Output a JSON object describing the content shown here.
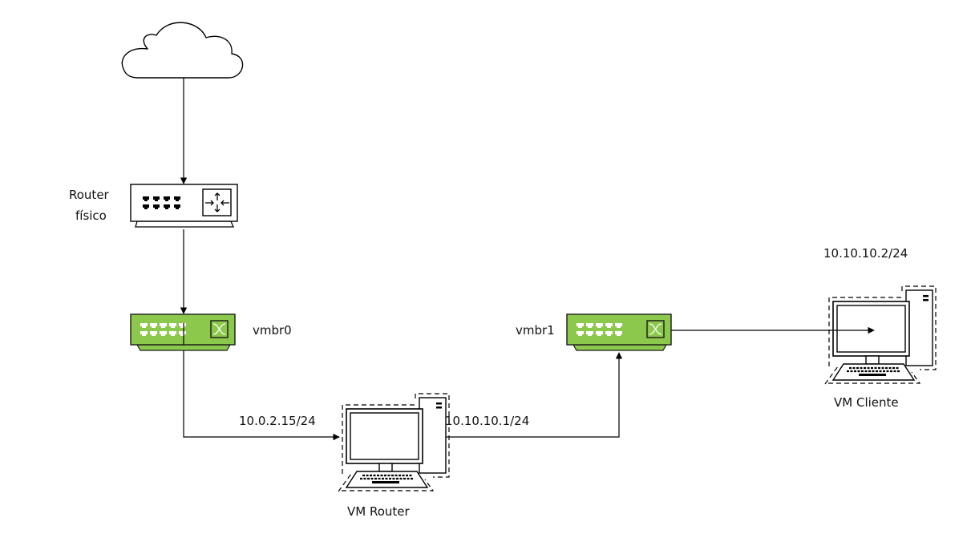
{
  "diagram": {
    "colors": {
      "switch_fill": "#8cc84b",
      "switch_stroke": "#1a1a1a",
      "line": "#000000",
      "background": "#ffffff"
    },
    "nodes": {
      "internet": {
        "type": "cloud-icon",
        "label": ""
      },
      "router_fisico": {
        "type": "router-icon",
        "label_line1": "Router",
        "label_line2": "físico"
      },
      "vmbr0": {
        "type": "switch-icon",
        "label": "vmbr0"
      },
      "vmbr1": {
        "type": "switch-icon",
        "label": "vmbr1"
      },
      "vm_router": {
        "type": "virtual-computer-icon",
        "label": "VM Router"
      },
      "vm_cliente": {
        "type": "virtual-computer-icon",
        "label": "VM Cliente",
        "ip": "10.10.10.2/24"
      }
    },
    "edges": [
      {
        "from": "internet",
        "to": "router_fisico",
        "label": ""
      },
      {
        "from": "router_fisico",
        "to": "vmbr0",
        "label": ""
      },
      {
        "from": "vmbr0",
        "to": "vm_router",
        "label": "10.0.2.15/24"
      },
      {
        "from": "vm_router",
        "to": "vmbr1",
        "label": "10.10.10.1/24"
      },
      {
        "from": "vmbr1",
        "to": "vm_cliente",
        "label": ""
      }
    ]
  }
}
